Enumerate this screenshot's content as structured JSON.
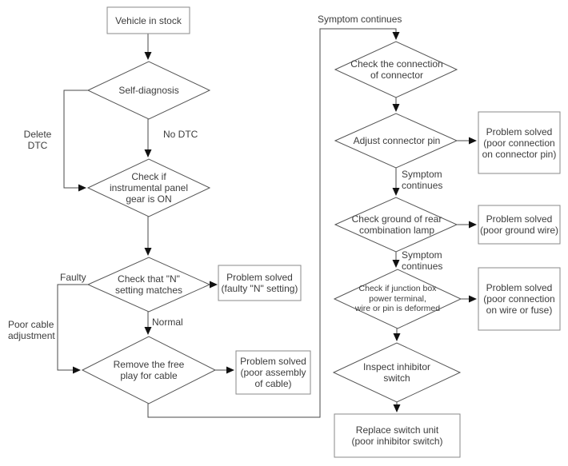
{
  "colors": {
    "background": "#ffffff",
    "line": "#4a4a4a",
    "box_border": "#8a8a8a",
    "arrowhead": "#111111",
    "text": "#3c3c3c"
  },
  "nodes": {
    "start": {
      "label": "Vehicle in stock",
      "shape": "rect"
    },
    "self_diagnosis": {
      "label": "Self-diagnosis",
      "shape": "diamond"
    },
    "instrument_panel": {
      "label": "Check if\ninstrumental panel\ngear is ON",
      "shape": "diamond"
    },
    "n_setting": {
      "label": "Check that \"N\"\nsetting matches",
      "shape": "diamond"
    },
    "solved_n_setting": {
      "label": "Problem solved\n(faulty \"N\" setting)",
      "shape": "rect"
    },
    "free_play": {
      "label": "Remove the free\nplay for cable",
      "shape": "diamond"
    },
    "solved_cable": {
      "label": "Problem solved\n(poor assembly\nof cable)",
      "shape": "rect"
    },
    "connector": {
      "label": "Check the connection\nof connector",
      "shape": "diamond"
    },
    "connector_pin": {
      "label": "Adjust connector pin",
      "shape": "diamond"
    },
    "solved_pin": {
      "label": "Problem solved\n(poor connection\non connector pin)",
      "shape": "rect"
    },
    "ground_lamp": {
      "label": "Check ground of rear\ncombination lamp",
      "shape": "diamond"
    },
    "solved_ground": {
      "label": "Problem solved\n(poor ground wire)",
      "shape": "rect"
    },
    "junction_box": {
      "label": "Check if junction box\npower terminal,\nwire or pin is deformed",
      "shape": "diamond"
    },
    "solved_wire_fuse": {
      "label": "Problem solved\n(poor connection\non wire or fuse)",
      "shape": "rect"
    },
    "inhibitor": {
      "label": "Inspect inhibitor\nswitch",
      "shape": "diamond"
    },
    "replace_switch": {
      "label": "Replace switch unit\n(poor inhibitor switch)",
      "shape": "rect"
    }
  },
  "edge_labels": {
    "delete_dtc": "Delete\nDTC",
    "no_dtc": "No DTC",
    "faulty": "Faulty",
    "normal": "Normal",
    "poor_cable_adjustment": "Poor cable\nadjustment",
    "symptom_continues_top": "Symptom continues",
    "symptom_continues_mid1": "Symptom\ncontinues",
    "symptom_continues_mid2": "Symptom\ncontinues"
  }
}
